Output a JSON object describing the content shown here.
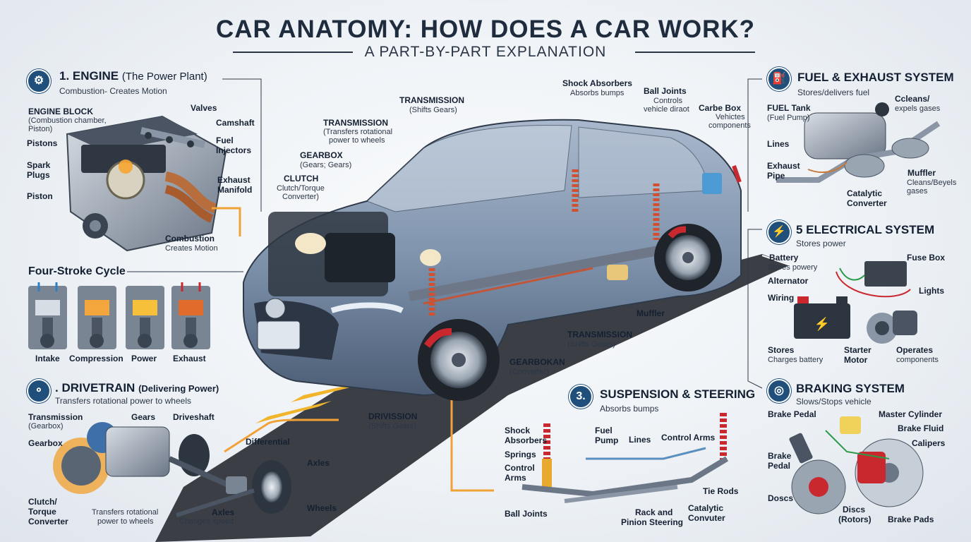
{
  "header": {
    "title": "CAR ANATOMY: HOW DOES A CAR WORK?",
    "subtitle": "A PART-BY-PART EXPLANATION"
  },
  "engine": {
    "heading": "1. ENGINE",
    "heading_sub": "(The Power Plant)",
    "subheading": "Combustion- Creates Motion",
    "labels": {
      "engine_block": "ENGINE BLOCK",
      "engine_block_sub1": "(Combustion chamber,",
      "engine_block_sub2": "Piston)",
      "pistons": "Pistons",
      "spark_plugs1": "Spark",
      "spark_plugs2": "Plugs",
      "piston": "Piston",
      "valves": "Valves",
      "camshaft": "Camshaft",
      "fuel_injectors1": "Fuel",
      "fuel_injectors2": "Injectors",
      "exhaust_manifold1": "Exhaust",
      "exhaust_manifold2": "Manifold",
      "combustion": "Combustion",
      "creates_motion": "Creates Motion"
    }
  },
  "four_stroke": {
    "heading": "Four-Stroke Cycle",
    "strokes": [
      "Intake",
      "Compression",
      "Power",
      "Exhaust"
    ]
  },
  "drivetrain": {
    "heading": ". DRIVETRAIN",
    "heading_sub": "(Delivering Power)",
    "subheading": "Transfers rotational power to wheels",
    "labels": {
      "transmission": "Transmission",
      "gearbox_paren": "(Gearbox)",
      "gears": "Gears",
      "driveshaft": "Driveshaft",
      "gearbox": "Gearbox",
      "differential": "Differential",
      "axles_top": "Axles",
      "clutch1": "Clutch/",
      "clutch2": "Torque",
      "clutch3": "Converter",
      "transfers1": "Transfers rotational",
      "transfers2": "power to wheels",
      "axles": "Axles",
      "changes_speed": "Changes speed",
      "wheels": "Wheels"
    }
  },
  "car_callouts": {
    "transmission_top": "TRANSMISSION",
    "transmission_top_sub": "(Shifts Gears)",
    "transmission_mid": "TRANSMISSION",
    "transmission_mid_sub1": "(Transfers rotational",
    "transmission_mid_sub2": "power to wheels",
    "gearbox": "GEARBOX",
    "gearbox_sub": "(Gears; Gears)",
    "clutch": "CLUTCH",
    "clutch_sub1": "Clutch/Torque",
    "clutch_sub2": "Converter)",
    "shock_absorbers": "Shock Absorbers",
    "shock_absorbers_sub": "Absorbs bumps",
    "ball_joints": "Ball Joints",
    "ball_joints_sub1": "Controls",
    "ball_joints_sub2": "vehicle diraot",
    "carbe_box": "Carbe Box",
    "carbe_box_sub1": "Vehictes",
    "carbe_box_sub2": "components",
    "muffler": "Muffler",
    "transmission_low": "TRANSMISSION",
    "transmission_low_sub": "(Shifts Gears)",
    "gearbokan": "GEARBOKAN",
    "gearbokan_sub": "(Converter)",
    "drivission": "DRIVISSION",
    "drivission_sub": "(Shifts Gears)"
  },
  "suspension": {
    "heading": "SUSPENSION & STEERING",
    "number": "3.",
    "subheading": "Absorbs bumps",
    "labels": {
      "shock1": "Shock",
      "shock2": "Absorbers",
      "springs": "Springs",
      "control1": "Control",
      "control2": "Arms",
      "fuel1": "Fuel",
      "fuel2": "Pump",
      "lines": "Lines",
      "control_arms": "Control Arms",
      "tie_rods": "Tie Rods",
      "ball_joints": "Ball Joints",
      "rack1": "Rack and",
      "rack2": "Pinion Steering",
      "catalytic1": "Catalytic",
      "catalytic2": "Convuter"
    }
  },
  "fuel_exhaust": {
    "heading": "FUEL & EXHAUST SYSTEM",
    "subheading": "Stores/delivers fuel",
    "labels": {
      "fuel_tank": "FUEL Tank",
      "fuel_pump": "(Fuel Pump)",
      "cleans1": "Ccleans/",
      "cleans2": "expels gases",
      "lines": "Lines",
      "exhaust1": "Exhaust",
      "exhaust2": "Pipe",
      "muffler": "Muffler",
      "muffler_sub1": "Cleans/Beyels",
      "muffler_sub2": "gases",
      "catalytic1": "Catalytic",
      "catalytic2": "Converter"
    }
  },
  "electrical": {
    "heading": "5 ELECTRICAL SYSTEM",
    "subheading": "Stores power",
    "labels": {
      "battery": "Battery",
      "battery_sub": "Stores powery",
      "fuse_box": "Fuse Box",
      "alternator": "Alternator",
      "lights": "Lights",
      "wiring": "Wiring",
      "stores": "Stores",
      "charges": "Charges battery",
      "starter1": "Starter",
      "starter2": "Motor",
      "operates1": "Operates",
      "operates2": "components"
    }
  },
  "braking": {
    "heading": "BRAKING SYSTEM",
    "subheading": "Slows/Stops vehicle",
    "labels": {
      "brake_pedal_top": "Brake Pedal",
      "master_cylinder": "Master Cylinder",
      "brake_fluid": "Brake Fluid",
      "calipers": "Calipers",
      "brake_pedal1": "Brake",
      "brake_pedal2": "Pedal",
      "doscs": "Doscs",
      "discs1": "Discs",
      "discs2": "(Rotors)",
      "brake_pads": "Brake Pads"
    }
  },
  "colors": {
    "car_body": "#7f93ad",
    "accent_orange": "#f0a237",
    "badge_blue": "#1f4f7a",
    "road": "#3b3f45",
    "brake_red": "#c8282e"
  }
}
